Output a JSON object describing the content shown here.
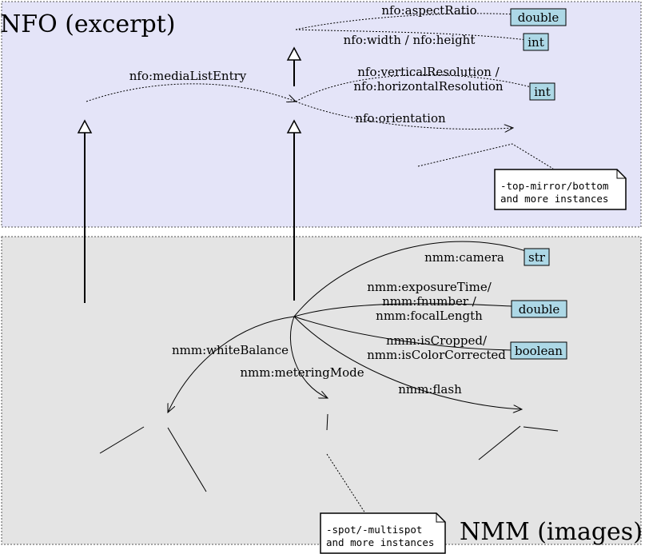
{
  "panels": {
    "nfo_title": "NFO (excerpt)",
    "nmm_title": "NMM (images)"
  },
  "colors": {
    "nfo_panel": "#e4e4f8",
    "nmm_panel": "#e4e4e4",
    "type_box": "#add8e6"
  },
  "edges": {
    "media_list_entry": "nfo:mediaListEntry",
    "aspect_ratio": "nfo:aspectRatio",
    "width_height": "nfo:width / nfo:height",
    "vres_line1": "nfo:verticalResolution /",
    "vres_line2": "nfo:horizontalResolution",
    "orientation": "nfo:orientation",
    "camera": "nmm:camera",
    "exposure_line1": "nmm:exposureTime/",
    "exposure_line2": "nmm:fnumber /",
    "exposure_line3": "nmm:focalLength",
    "cropped_line1": "nmm:isCropped/",
    "cropped_line2": "nmm:isColorCorrected",
    "white_balance": "nmm:whiteBalance",
    "metering_mode": "nmm:meteringMode",
    "flash": "nmm:flash"
  },
  "types": {
    "aspect_ratio_type": "double",
    "width_type": "int",
    "resolution_type": "int",
    "camera_type": "str",
    "exposure_type": "double",
    "cropped_type": "boolean"
  },
  "notes": {
    "orientation_line1": "-top-mirror/bottom",
    "orientation_line2": "and more instances",
    "metering_line1": "-spot/-multispot",
    "metering_line2": "and more instances"
  }
}
